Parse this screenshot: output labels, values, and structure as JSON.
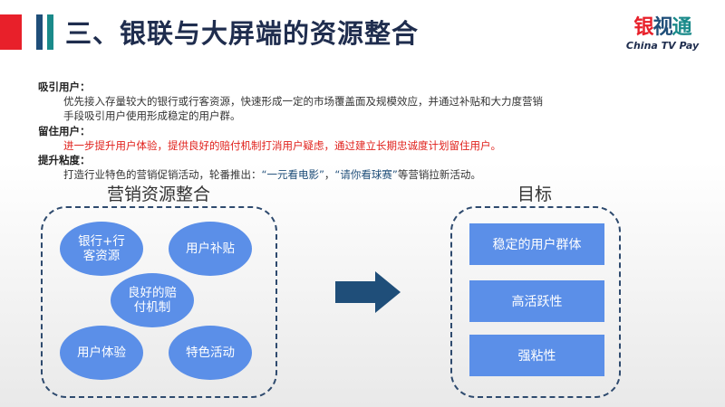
{
  "header": {
    "title": "三、银联与大屏端的资源整合",
    "logo_cn": "银视通",
    "logo_en": "China TV Pay"
  },
  "body": {
    "attract_heading": "吸引用户：",
    "attract_line1": "优先接入存量较大的银行或行客资源，快速形成一定的市场覆盖面及规模效应，并通过补贴和大力度营销",
    "attract_line2": "手段吸引用户使用形成稳定的用户群。",
    "retain_heading": "留住用户：",
    "retain_line": "进一步提升用户体验，提供良好的赔付机制打消用户疑虑，通过建立长期忠诚度计划留住用户。",
    "stick_heading": "提升粘度：",
    "stick_pre": "打造行业特色的营销促销活动，轮番推出：",
    "stick_q1": "“一元看电影”",
    "stick_sep": "，",
    "stick_q2": "“请你看球赛”",
    "stick_post": "等营销拉新活动。"
  },
  "resources": {
    "title": "营销资源整合",
    "items": [
      "银行+行客资源",
      "用户补贴",
      "良好的赔付机制",
      "用户体验",
      "特色活动"
    ]
  },
  "goals": {
    "title": "目标",
    "items": [
      "稳定的用户群体",
      "高活跃性",
      "强粘性"
    ]
  },
  "colors": {
    "red": "#e8202a",
    "navy": "#1f4e79",
    "teal": "#1a8a8a",
    "shape": "#5b8fe8"
  }
}
